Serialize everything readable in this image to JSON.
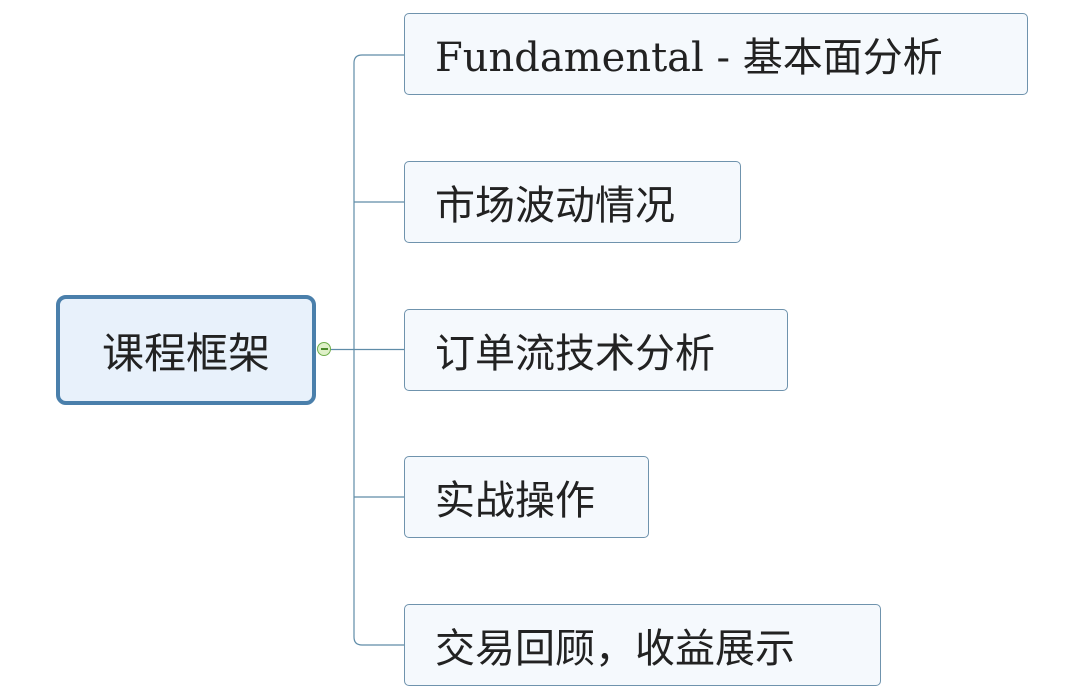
{
  "root": {
    "label": "课程框架"
  },
  "children": [
    {
      "label": "Fundamental - 基本面分析"
    },
    {
      "label": "市场波动情况"
    },
    {
      "label": "订单流技术分析"
    },
    {
      "label": "实战操作"
    },
    {
      "label": "交易回顾，收益展示"
    }
  ],
  "colors": {
    "root_border": "#4a7fab",
    "root_fill": "#e8f1fb",
    "connector": "#5f8ca8",
    "child_border": "#6f93ad"
  }
}
